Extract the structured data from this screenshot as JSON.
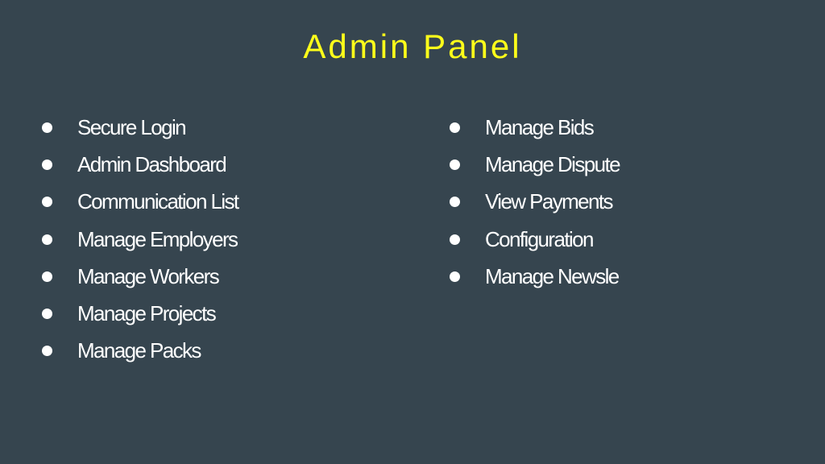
{
  "slide": {
    "title": "Admin Panel",
    "colors": {
      "background": "#36454f",
      "title": "#ffff1a",
      "text": "#ffffff"
    },
    "left_list": [
      "Secure Login",
      "Admin Dashboard",
      "Communication List",
      "Manage Employers",
      "Manage Workers",
      "Manage Projects",
      "Manage Packs"
    ],
    "right_list": [
      "Manage Bids",
      "Manage Dispute",
      "View Payments",
      "Configuration",
      "Manage Newsle"
    ]
  }
}
